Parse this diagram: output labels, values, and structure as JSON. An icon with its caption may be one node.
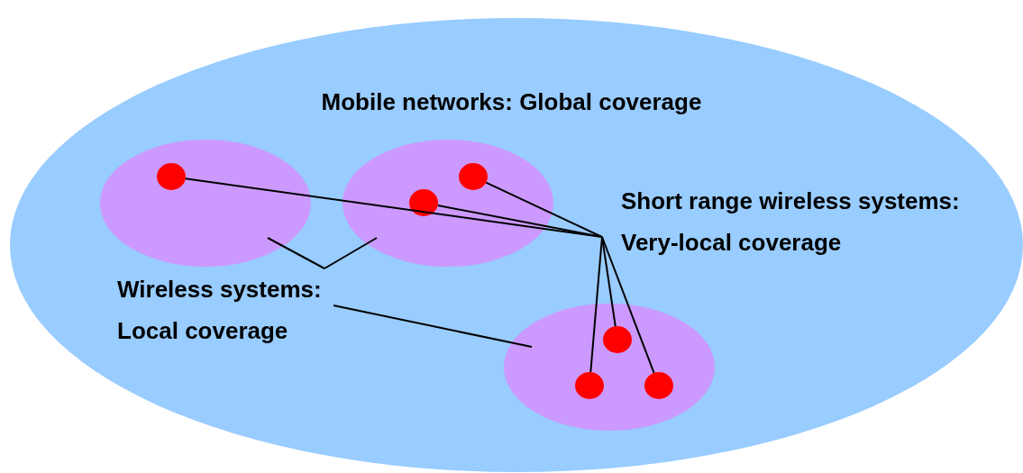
{
  "diagram": {
    "nodes": [
      {
        "text": [
          "Mobile networks: Global coverage"
        ]
      },
      {
        "text": [],
        "shape": "ellipse",
        "in": 0
      },
      {
        "text": [],
        "shape": "ellipse",
        "in": 0
      },
      {
        "text": [],
        "shape": "ellipse",
        "in": 0
      },
      {
        "text": [],
        "shape": "circle",
        "in": 1
      },
      {
        "text": [],
        "shape": "circle",
        "in": 2
      },
      {
        "text": [],
        "shape": "circle",
        "in": 2
      },
      {
        "text": [],
        "shape": "circle",
        "in": 3
      },
      {
        "text": [],
        "shape": "circle",
        "in": 3
      },
      {
        "text": [],
        "shape": "circle",
        "in": 3
      },
      {
        "text": [
          "Short range wireless systems: Very-local coverage"
        ],
        "in": 0
      },
      {
        "text": [
          "Wireless systems: Local coverage"
        ],
        "in": 0
      }
    ],
    "edges": [
      {
        "from": 10,
        "to": 4,
        "arrow": "none"
      },
      {
        "from": 10,
        "to": 5,
        "arrow": "none"
      },
      {
        "from": 10,
        "to": 6,
        "arrow": "none"
      },
      {
        "from": 10,
        "to": 7,
        "arrow": "none"
      },
      {
        "from": 10,
        "to": 8,
        "arrow": "none"
      },
      {
        "from": 10,
        "to": 9,
        "arrow": "none"
      },
      {
        "from": 11,
        "to": 1,
        "arrow": "none"
      },
      {
        "from": 11,
        "to": 2,
        "arrow": "none"
      },
      {
        "from": 11,
        "to": 3,
        "arrow": "none"
      }
    ]
  }
}
